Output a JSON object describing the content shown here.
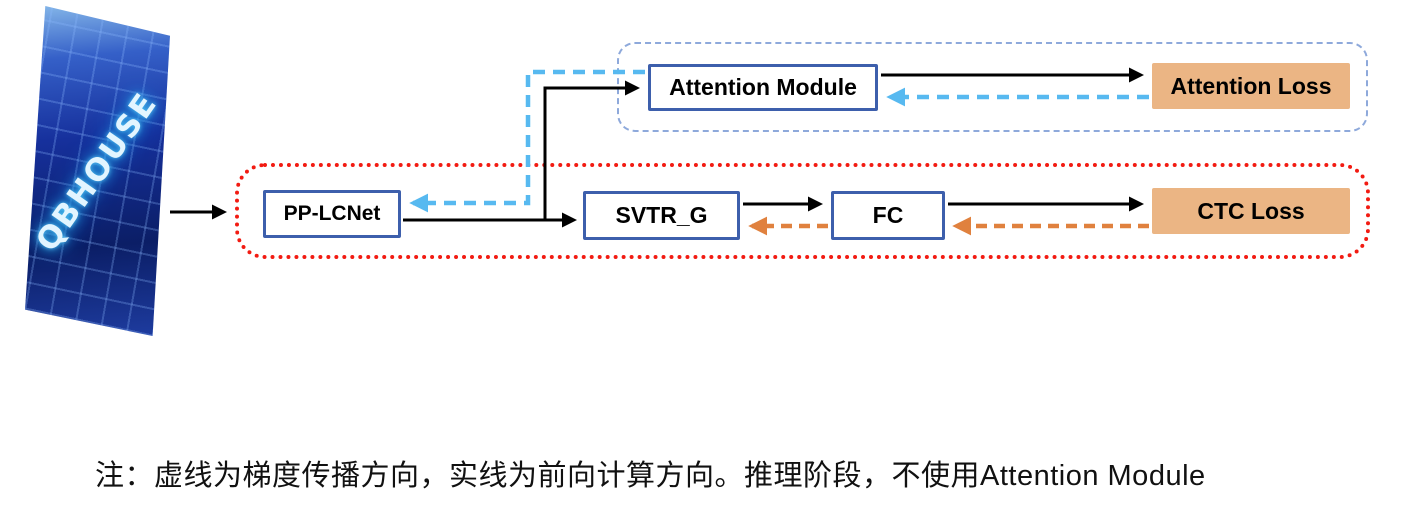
{
  "diagram": {
    "input_image": {
      "sign_text": "QBHOUSE"
    },
    "nodes": {
      "pp_lcnet": {
        "label": "PP-LCNet"
      },
      "svtr_g": {
        "label": "SVTR_G"
      },
      "fc": {
        "label": "FC"
      },
      "attention_module": {
        "label": "Attention Module"
      },
      "attention_loss": {
        "label": "Attention Loss"
      },
      "ctc_loss": {
        "label": "CTC Loss"
      }
    },
    "note": "注：虚线为梯度传播方向，实线为前向计算方向。推理阶段，不使用Attention Module",
    "colors": {
      "node_border": "#3D5FAC",
      "loss_fill": "#EBB584",
      "train_container_border": "#F21B12",
      "attention_container_border": "#8EA9DB",
      "gradient_arrow_blue": "#57B9F0",
      "gradient_arrow_orange": "#E0813E",
      "forward_arrow": "#000000"
    }
  }
}
